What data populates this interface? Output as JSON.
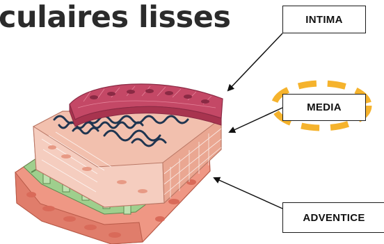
{
  "title": "culaires lisses",
  "labels": {
    "intima": "INTIMA",
    "media": "MEDIA",
    "adventice": "ADVENTICE"
  },
  "colors": {
    "intima": "#c44866",
    "media": "#f2c0ae",
    "adventice": "#ef9784",
    "elastic_fibers": "#1f3550",
    "basement_membrane": "#9fcf8d",
    "highlight": "#f5b32d"
  }
}
